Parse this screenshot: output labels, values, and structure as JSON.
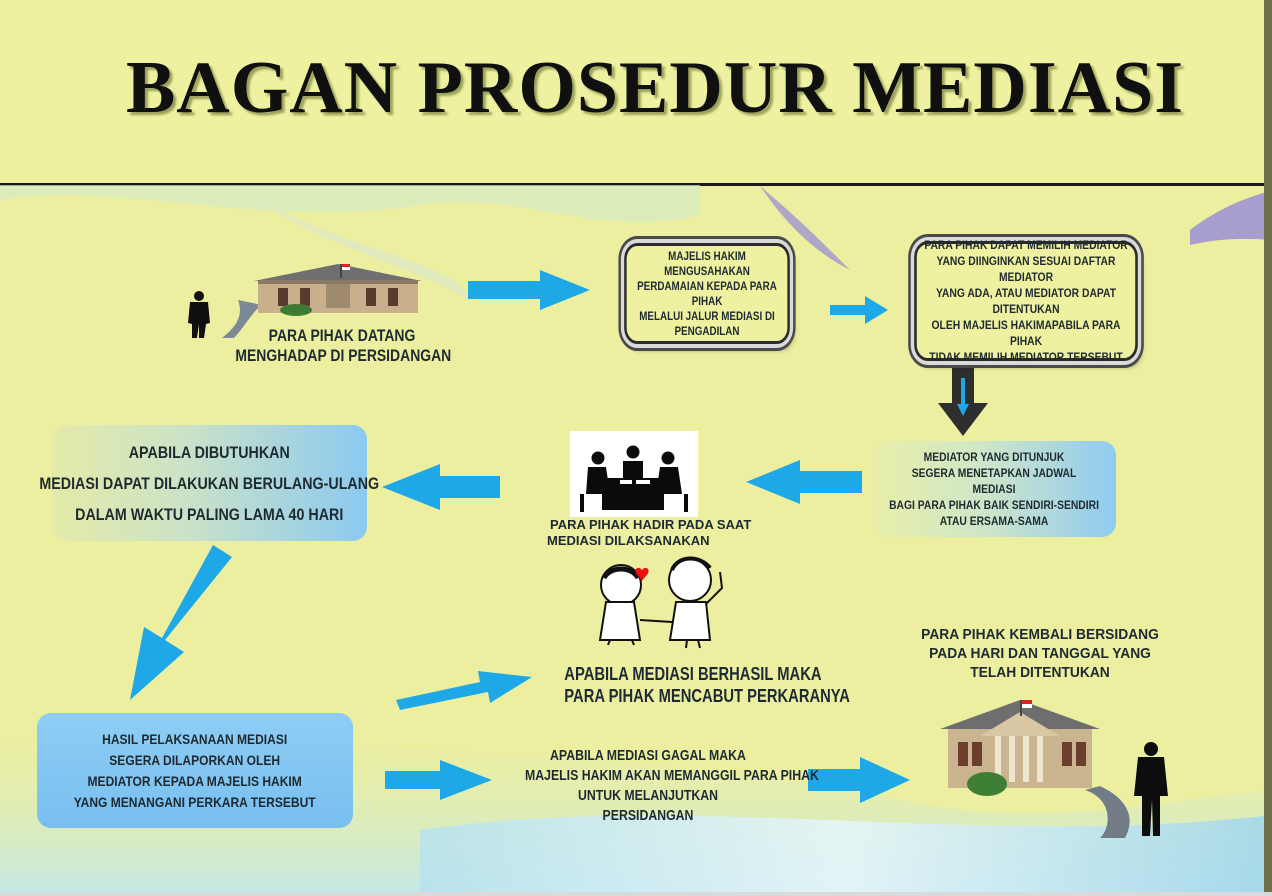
{
  "title": "BAGAN PROSEDUR MEDIASI",
  "steps": {
    "arrive": [
      "PARA PIHAK DATANG",
      "MENGHADAP DI PERSIDANGAN"
    ],
    "judge_effort": [
      "MAJELIS HAKIM MENGUSAHAKAN",
      "PERDAMAIAN KEPADA PARA PIHAK",
      "MELALUI JALUR MEDIASI DI PENGADILAN"
    ],
    "choose_mediator": [
      "PARA PIHAK DAPAT MEMILIH MEDIATOR",
      "YANG DIINGINKAN SESUAI DAFTAR MEDIATOR",
      "YANG ADA, ATAU MEDIATOR DAPAT DITENTUKAN",
      "OLEH MAJELIS HAKIMAPABILA PARA PIHAK",
      "TIDAK MEMILIH MEDIATOR TERSEBUT"
    ],
    "schedule": [
      "MEDIATOR YANG DITUNJUK",
      "SEGERA MENETAPKAN JADWAL MEDIASI",
      "BAGI PARA PIHAK BAIK SENDIRI-SENDIRI",
      "ATAU ERSAMA-SAMA"
    ],
    "attend": [
      "PARA PIHAK HADIR PADA SAAT",
      "MEDIASI DILAKSANAKAN"
    ],
    "repeat": [
      "APABILA DIBUTUHKAN",
      "MEDIASI DAPAT DILAKUKAN BERULANG-ULANG",
      "DALAM WAKTU PALING LAMA 40 HARI"
    ],
    "report": [
      "HASIL PELAKSANAAN MEDIASI",
      "SEGERA DILAPORKAN OLEH",
      "MEDIATOR KEPADA MAJELIS HAKIM",
      "YANG MENANGANI PERKARA TERSEBUT"
    ],
    "success": [
      "APABILA MEDIASI BERHASIL MAKA",
      "PARA PIHAK MENCABUT PERKARANYA"
    ],
    "failure": [
      "APABILA MEDIASI GAGAL MAKA",
      "MAJELIS HAKIM AKAN MEMANGGIL PARA PIHAK",
      "UNTUK MELANJUTKAN",
      "PERSIDANGAN"
    ],
    "resume": [
      "PARA PIHAK KEMBALI BERSIDANG",
      "PADA HARI DAN TANGGAL YANG",
      "TELAH DITENTUKAN"
    ]
  },
  "colors": {
    "background": "#ecef9f",
    "arrow": "#1ea8e8",
    "box_blue": "#7fc4f2",
    "text": "#1e2a2f"
  }
}
